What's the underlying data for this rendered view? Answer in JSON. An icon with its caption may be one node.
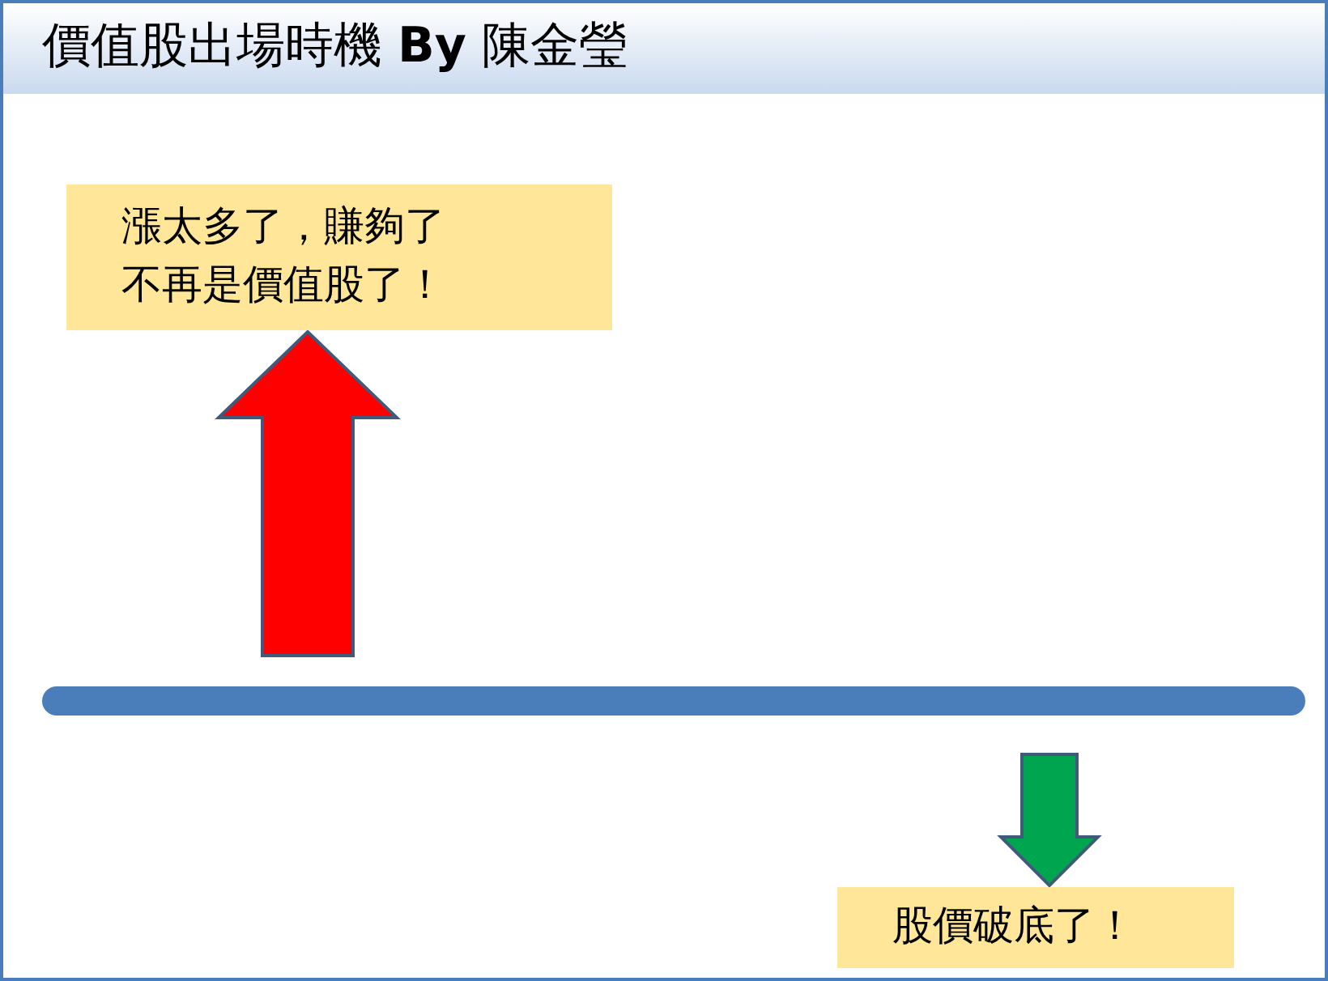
{
  "diagram": {
    "title": "價值股出場時機 **By** 陳金瑩",
    "nodes": [
      {
        "text": [
          "漲太多了，賺夠了不再是價值股了！"
        ]
      },
      {
        "text": [],
        "shape": "bar"
      },
      {
        "text": [
          "股價破底了！"
        ]
      }
    ],
    "edges": [
      {
        "from": null,
        "to": 0,
        "arrow": "to",
        "style": "thick",
        "color": "#ff0000"
      },
      {
        "from": null,
        "to": 2,
        "arrow": "to",
        "style": "thick",
        "color": "#00a550"
      }
    ]
  }
}
